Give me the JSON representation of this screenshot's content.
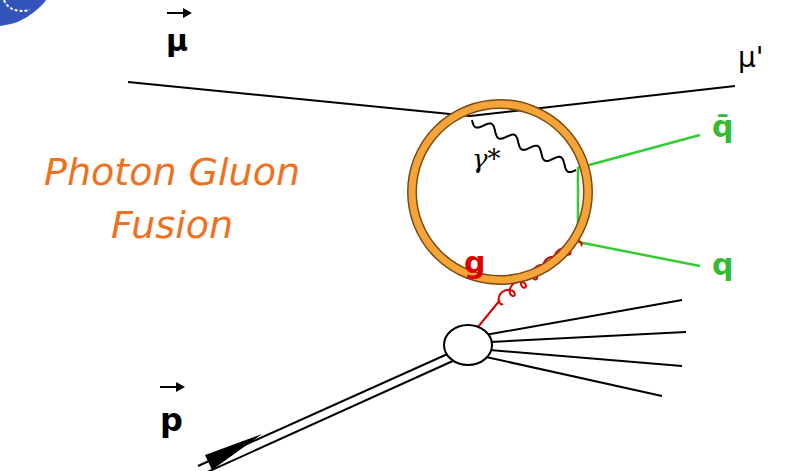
{
  "diagram": {
    "title": "Photon Gluon Fusion",
    "nodes": [
      {
        "text": [
          "γ*",
          "g"
        ]
      }
    ],
    "labels": [
      "μ",
      "μ'",
      "q̄",
      "q",
      "p"
    ]
  }
}
